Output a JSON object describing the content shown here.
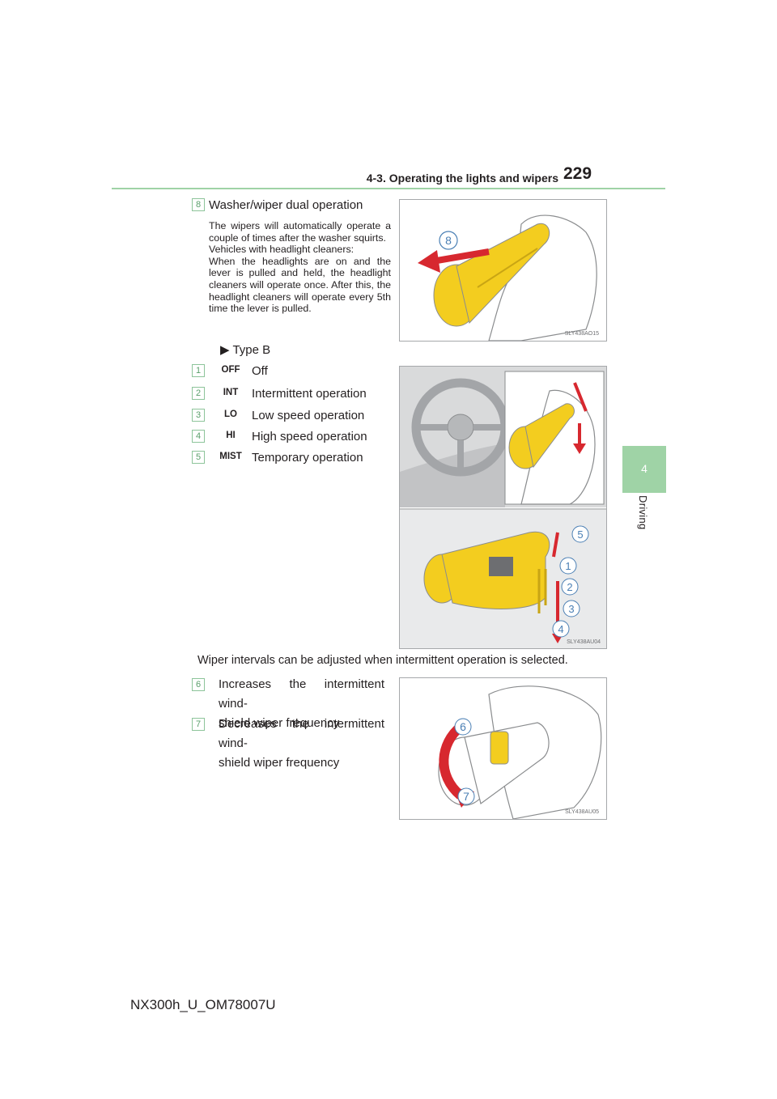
{
  "header": {
    "section": "4-3. Operating the lights and wipers",
    "page_number": "229"
  },
  "side_tab": {
    "number": "4",
    "label": "Driving"
  },
  "item8": {
    "badge": "8",
    "title": "Washer/wiper dual operation",
    "description": "The wipers will automatically operate a couple of times after the washer squirts.",
    "cleaners_heading": "Vehicles with headlight cleaners:",
    "cleaners_text": "When the headlights are on and the lever is pulled and held, the headlight cleaners will operate once. After this, the headlight cleaners will operate every 5th time the lever is pulled.",
    "figure_code": "SLY438AO15",
    "figure_callout": "8"
  },
  "type_b": {
    "label": "Type B"
  },
  "modes": [
    {
      "badge": "1",
      "code": "OFF",
      "label": "Off"
    },
    {
      "badge": "2",
      "code": "INT",
      "label": "Intermittent operation"
    },
    {
      "badge": "3",
      "code": "LO",
      "label": "Low speed operation"
    },
    {
      "badge": "4",
      "code": "HI",
      "label": "High speed operation"
    },
    {
      "badge": "5",
      "code": "MIST",
      "label": "Temporary operation"
    }
  ],
  "figure_b": {
    "code": "SLY438AU04",
    "callouts": [
      "5",
      "1",
      "2",
      "3",
      "4"
    ]
  },
  "interval_note": "Wiper intervals can be adjusted when intermittent operation is selected.",
  "intervals": [
    {
      "badge": "6",
      "line1": "Increases the intermittent wind-",
      "line2": "shield wiper frequency"
    },
    {
      "badge": "7",
      "line1": "Decreases the intermittent wind-",
      "line2": "shield wiper frequency"
    }
  ],
  "figure_c": {
    "code": "SLY438AU05",
    "callouts": [
      "6",
      "7"
    ]
  },
  "footer": {
    "model_code": "NX300h_U_OM78007U"
  },
  "colors": {
    "accent_green": "#9fd3a6",
    "lever_yellow": "#f3cd1f",
    "arrow_red": "#d7282f"
  }
}
